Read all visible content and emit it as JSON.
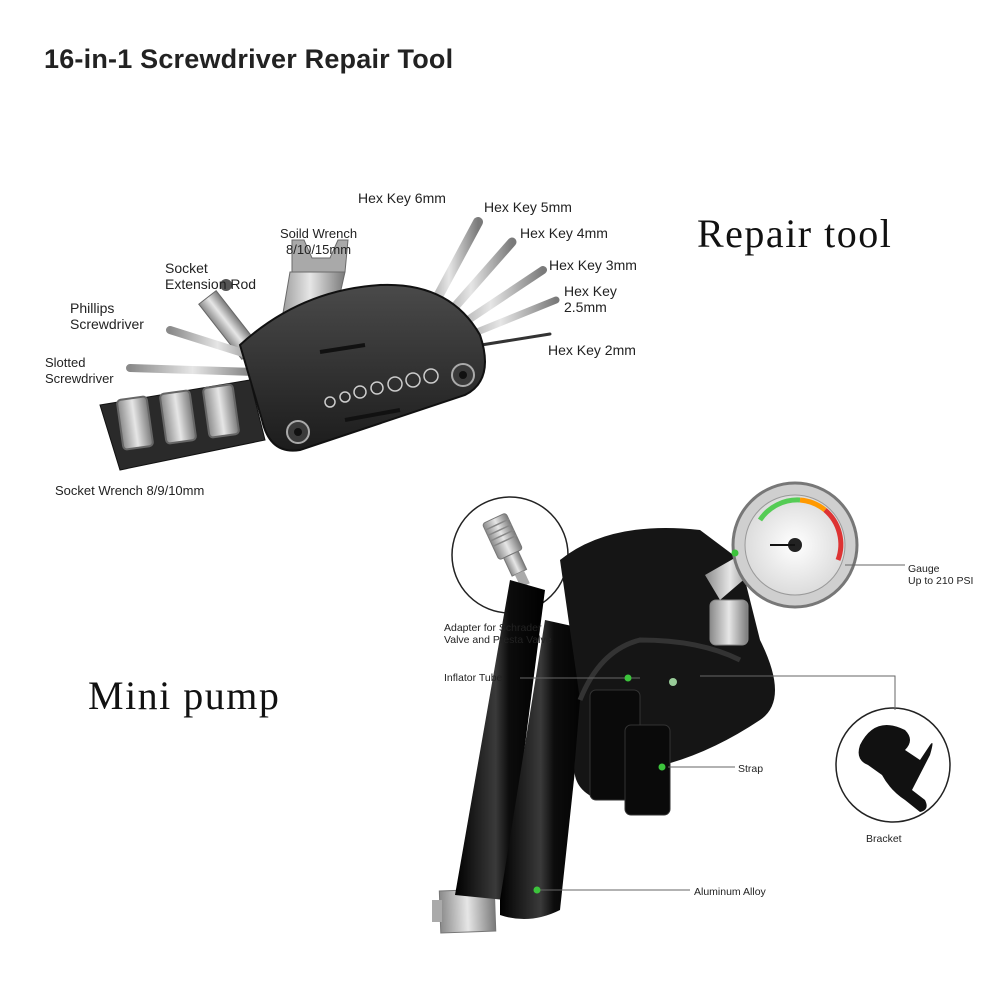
{
  "title": "16-in-1 Screwdriver Repair Tool",
  "section_labels": {
    "repair_tool": "Repair tool",
    "mini_pump": "Mini pump"
  },
  "tool_labels": {
    "hex_6": "Hex Key 6mm",
    "hex_5": "Hex Key 5mm",
    "hex_4": "Hex Key 4mm",
    "hex_3": "Hex Key 3mm",
    "hex_25": "Hex Key\n2.5mm",
    "hex_2": "Hex Key 2mm",
    "solid_wrench": "Soild Wrench\n8/10/15mm",
    "socket_ext": "Socket\nExtension Rod",
    "phillips": "Phillips\nScrewdriver",
    "slotted": "Slotted\nScrewdriver",
    "socket_wrench": "Socket Wrench 8/9/10mm"
  },
  "pump_labels": {
    "gauge": "Gauge\nUp to 210 PSI",
    "adapter": "Adapter for Schrader\nValve and Presta Valve",
    "inflator": "Inflator Tube",
    "strap": "Strap",
    "bracket": "Bracket",
    "aluminum": "Aluminum Alloy"
  },
  "colors": {
    "tool_body": "#2b2b2b",
    "steel": "#c8c8c8",
    "pump_body": "#111111",
    "accent_green": "#3cc43c"
  }
}
